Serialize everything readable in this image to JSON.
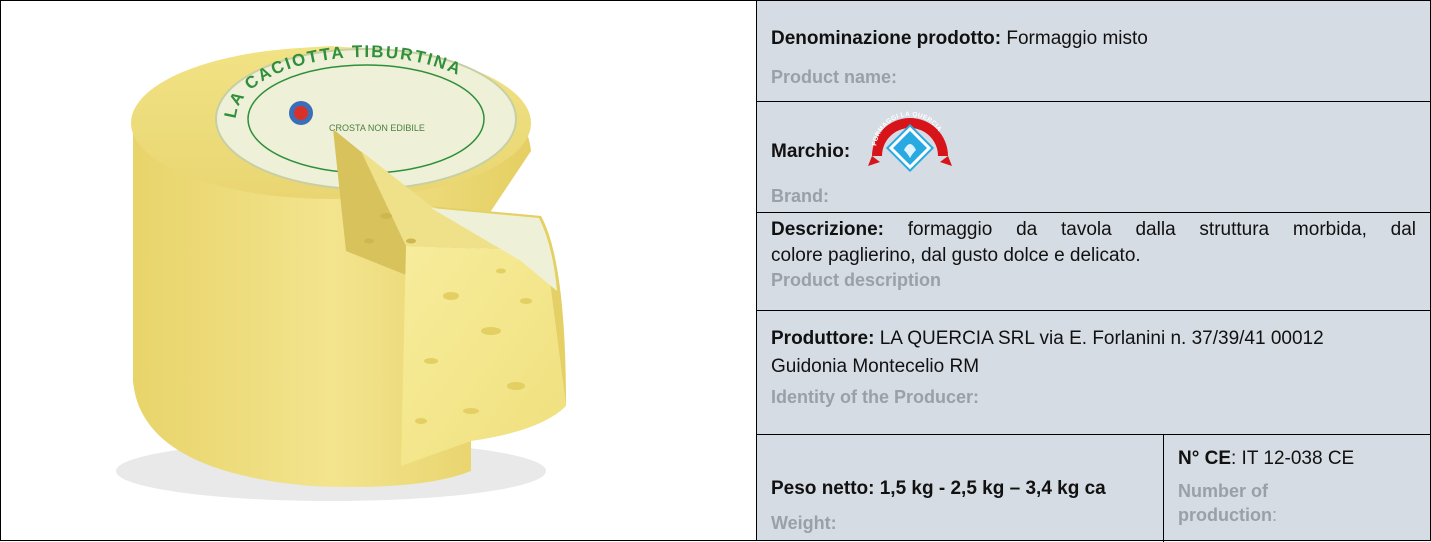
{
  "image": {
    "label_ring_text": "LA CACIOTTA TIBURTINA",
    "label_inner_text": "CROSTA NON EDIBILE",
    "cheese_color": "#f0e08a"
  },
  "product_name": {
    "label": "Denominazione prodotto:",
    "value": "Formaggio misto",
    "en": "Product name:"
  },
  "brand": {
    "label": "Marchio:",
    "en": "Brand:",
    "logo_text": "FORMAGGI LA QUERCIA"
  },
  "description": {
    "label": "Descrizione:",
    "line1": "formaggio da tavola dalla struttura morbida, dal",
    "line2": "colore paglierino, dal gusto dolce e delicato.",
    "en": "Product description"
  },
  "producer": {
    "label": "Produttore:",
    "line1": "LA QUERCIA SRL via E. Forlanini n. 37/39/41 00012",
    "line2": "Guidonia Montecelio RM",
    "en": "Identity of the Producer:"
  },
  "weight": {
    "label": "Peso netto: 1,5 kg - 2,5 kg – 3,4 kg  ca",
    "en": "Weight:"
  },
  "ce_number": {
    "label": "N° CE",
    "value": ": IT 12-038 CE",
    "en_line1": "Number of",
    "en_line2": "production",
    "en_colon": ":"
  },
  "colors": {
    "panel_bg": "#d6dce4",
    "english_text": "#9aa0a6",
    "logo_red": "#d7141a",
    "logo_blue": "#29a9e1"
  }
}
